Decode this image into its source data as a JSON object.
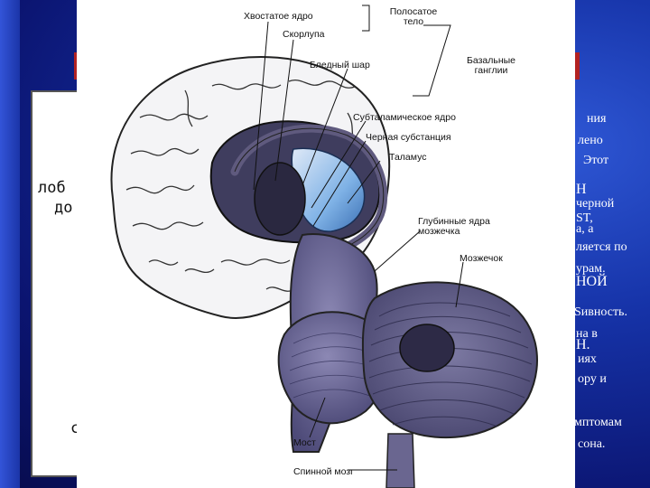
{
  "slide": {
    "left_fragments": [
      "лоб",
      "до",
      "с"
    ],
    "right_fragments": [
      "ния",
      "лено",
      "Этот",
      "Н",
      "черной",
      "ST,",
      "а, а",
      "ляется по",
      "урам.",
      "НОЙ",
      "Ѕивность.",
      "на в",
      "Н.",
      "иях",
      "ору и",
      "мптомам",
      "сона."
    ]
  },
  "figure": {
    "labels": {
      "caudate": "Хвостатое ядро",
      "putamen": "Скорлупа",
      "striatum": "Полосатое тело",
      "pallidus": "Бледный шар",
      "basal": "Базальные ганглии",
      "subthalamic": "Субталамическое ядро",
      "nigra": "Черная субстанция",
      "thalamus": "Таламус",
      "deep_cerebellar": "Глубинные ядра мозжечка",
      "cerebellum": "Мозжечок",
      "pons": "Мост",
      "spinal": "Спинной мозг"
    }
  }
}
